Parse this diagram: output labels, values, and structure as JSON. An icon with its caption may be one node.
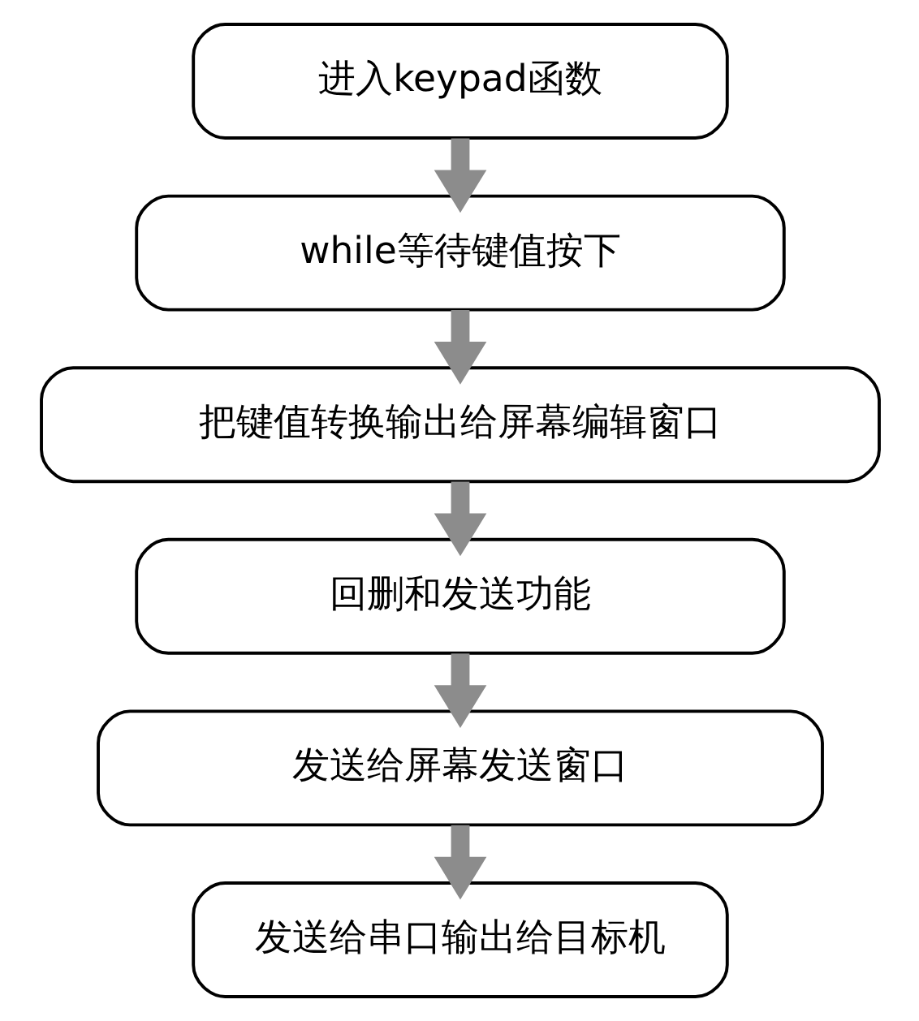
{
  "diagram": {
    "nodes": [
      {
        "text": [
          "进入keypad函数"
        ]
      },
      {
        "text": [
          "while等待键值按下"
        ]
      },
      {
        "text": [
          "把键值转换输出给屏幕编辑窗口"
        ]
      },
      {
        "text": [
          "回删和发送功能"
        ]
      },
      {
        "text": [
          "发送给屏幕发送窗口"
        ]
      },
      {
        "text": [
          "发送给串口输出给目标机"
        ]
      }
    ],
    "edges": [
      {
        "from": 0,
        "to": 1,
        "arrow": "to"
      },
      {
        "from": 1,
        "to": 2,
        "arrow": "to"
      },
      {
        "from": 2,
        "to": 3,
        "arrow": "to"
      },
      {
        "from": 3,
        "to": 4,
        "arrow": "to"
      },
      {
        "from": 4,
        "to": 5,
        "arrow": "to"
      }
    ]
  }
}
